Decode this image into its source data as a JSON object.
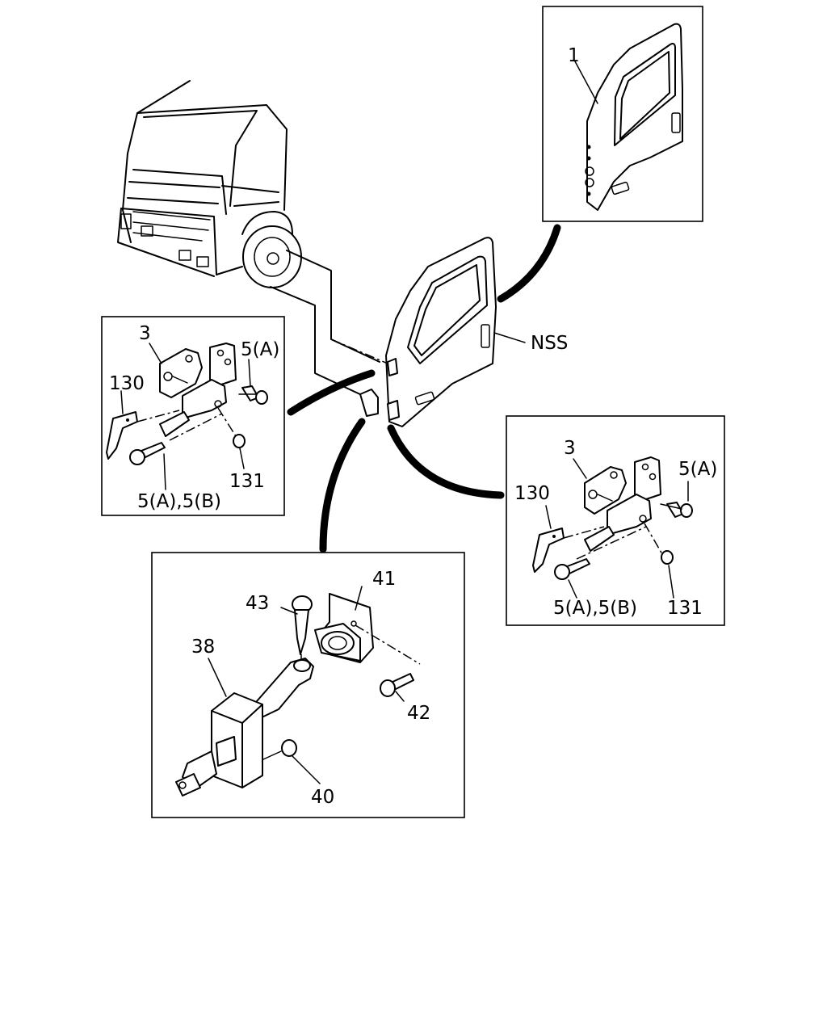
{
  "callouts": {
    "door_panel": "1",
    "nss": "NSS",
    "left_hinge": {
      "bracket": "3",
      "bolt_a": "5(A)",
      "plate": "130",
      "bolt_ab": "5(A),5(B)",
      "washer": "131"
    },
    "right_hinge": {
      "bracket": "3",
      "bolt_a": "5(A)",
      "plate": "130",
      "bolt_ab": "5(A),5(B)",
      "washer": "131"
    },
    "checker": {
      "bracket": "41",
      "pin": "43",
      "check_arm": "38",
      "bolt": "42",
      "nut": "40"
    }
  }
}
